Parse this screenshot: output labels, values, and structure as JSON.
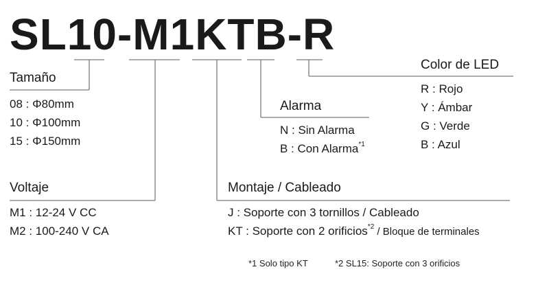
{
  "model_code": "SL10-M1KTB-R",
  "groups": {
    "size": {
      "label": "Tamaño",
      "items": [
        "08 : Φ80mm",
        "10 : Φ100mm",
        "15 : Φ150mm"
      ]
    },
    "voltage": {
      "label": "Voltaje",
      "items": [
        "M1 : 12-24 V CC",
        "M2 : 100-240 V CA"
      ]
    },
    "mounting": {
      "label": "Montaje / Cableado",
      "item1": "J : Soporte con 3 tornillos / Cableado",
      "item2_main": "KT : Soporte con 2 orificios",
      "item2_sup": "*2",
      "item2_rest": " / Bloque de terminales"
    },
    "alarm": {
      "label": "Alarma",
      "item1": "N : Sin Alarma",
      "item2_main": "B : Con Alarma",
      "item2_sup": "*1"
    },
    "led": {
      "label": "Color de LED",
      "items": [
        "R : Rojo",
        "Y : Ámbar",
        "G : Verde",
        "B : Azul"
      ]
    }
  },
  "footnotes": [
    "*1 Solo tipo KT",
    "*2 SL15: Soporte con 3 orificios"
  ]
}
